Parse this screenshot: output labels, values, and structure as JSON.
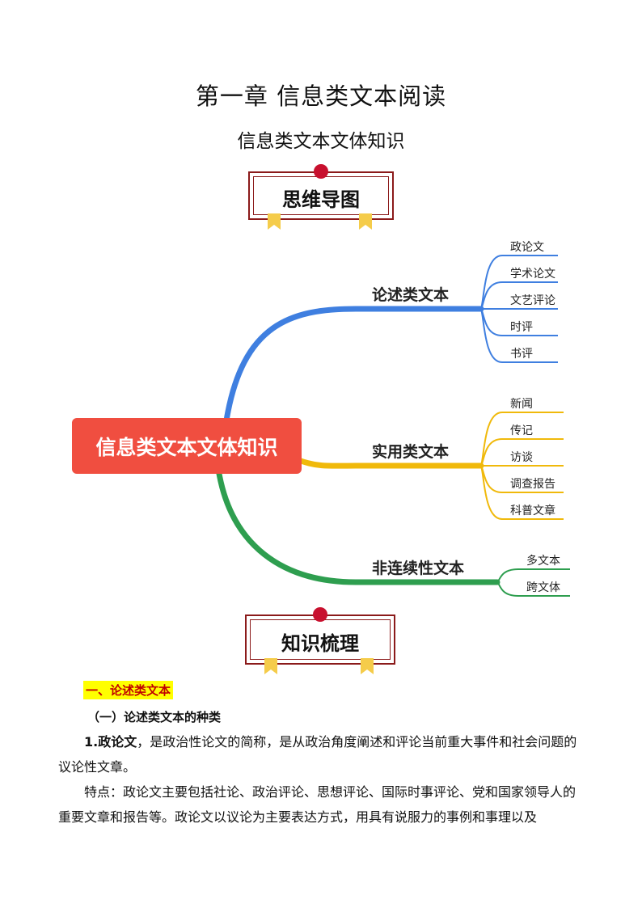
{
  "header": {
    "chapter_title": "第一章  信息类文本阅读",
    "section_title": "信息类文本文体知识"
  },
  "banners": {
    "mindmap_label": "思维导图",
    "knowledge_label": "知识梳理"
  },
  "mindmap": {
    "root": "信息类文本文体知识",
    "branches": [
      {
        "label": "论述类文本",
        "color": "#3f7fe0",
        "items": [
          "政论文",
          "学术论文",
          "文艺评论",
          "时评",
          "书评"
        ]
      },
      {
        "label": "实用类文本",
        "color": "#f0b90b",
        "items": [
          "新闻",
          "传记",
          "访谈",
          "调查报告",
          "科普文章"
        ]
      },
      {
        "label": "非连续性文本",
        "color": "#2e9e4f",
        "items": [
          "多文本",
          "跨文体"
        ]
      }
    ],
    "root_color": "#f04e40"
  },
  "content": {
    "heading_1": "一、论述类文本",
    "heading_2": "（一）论述类文本的种类",
    "para_1_term": "1.政论文",
    "para_1_rest": "，是政治性论文的简称，是从政治角度阐述和评论当前重大事件和社会问题的议论性文章。",
    "para_2": "特点：政论文主要包括社论、政治评论、思想评论、国际时事评论、党和国家领导人的重要文章和报告等。政论文以议论为主要表达方式，用具有说服力的事例和事理以及"
  }
}
